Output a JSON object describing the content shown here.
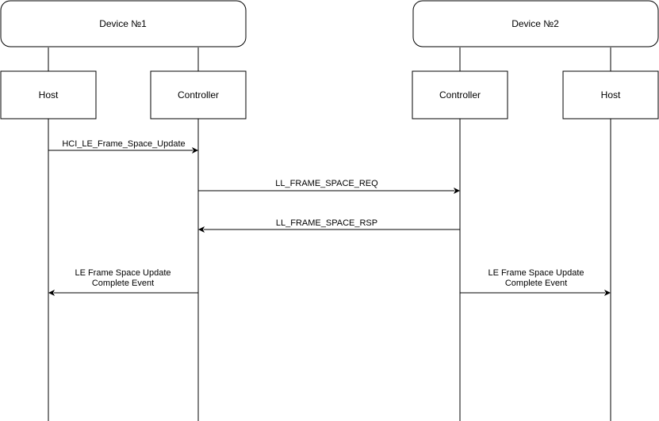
{
  "devices": [
    {
      "label": "Device №1"
    },
    {
      "label": "Device №2"
    }
  ],
  "participants": [
    {
      "label": "Host"
    },
    {
      "label": "Controller"
    },
    {
      "label": "Controller"
    },
    {
      "label": "Host"
    }
  ],
  "messages": [
    {
      "label": "HCI_LE_Frame_Space_Update",
      "line2": ""
    },
    {
      "label": "LL_FRAME_SPACE_REQ",
      "line2": ""
    },
    {
      "label": "LL_FRAME_SPACE_RSP",
      "line2": ""
    },
    {
      "label": "LE Frame Space Update",
      "line2": "Complete Event"
    },
    {
      "label": "LE Frame Space Update",
      "line2": "Complete Event"
    }
  ]
}
